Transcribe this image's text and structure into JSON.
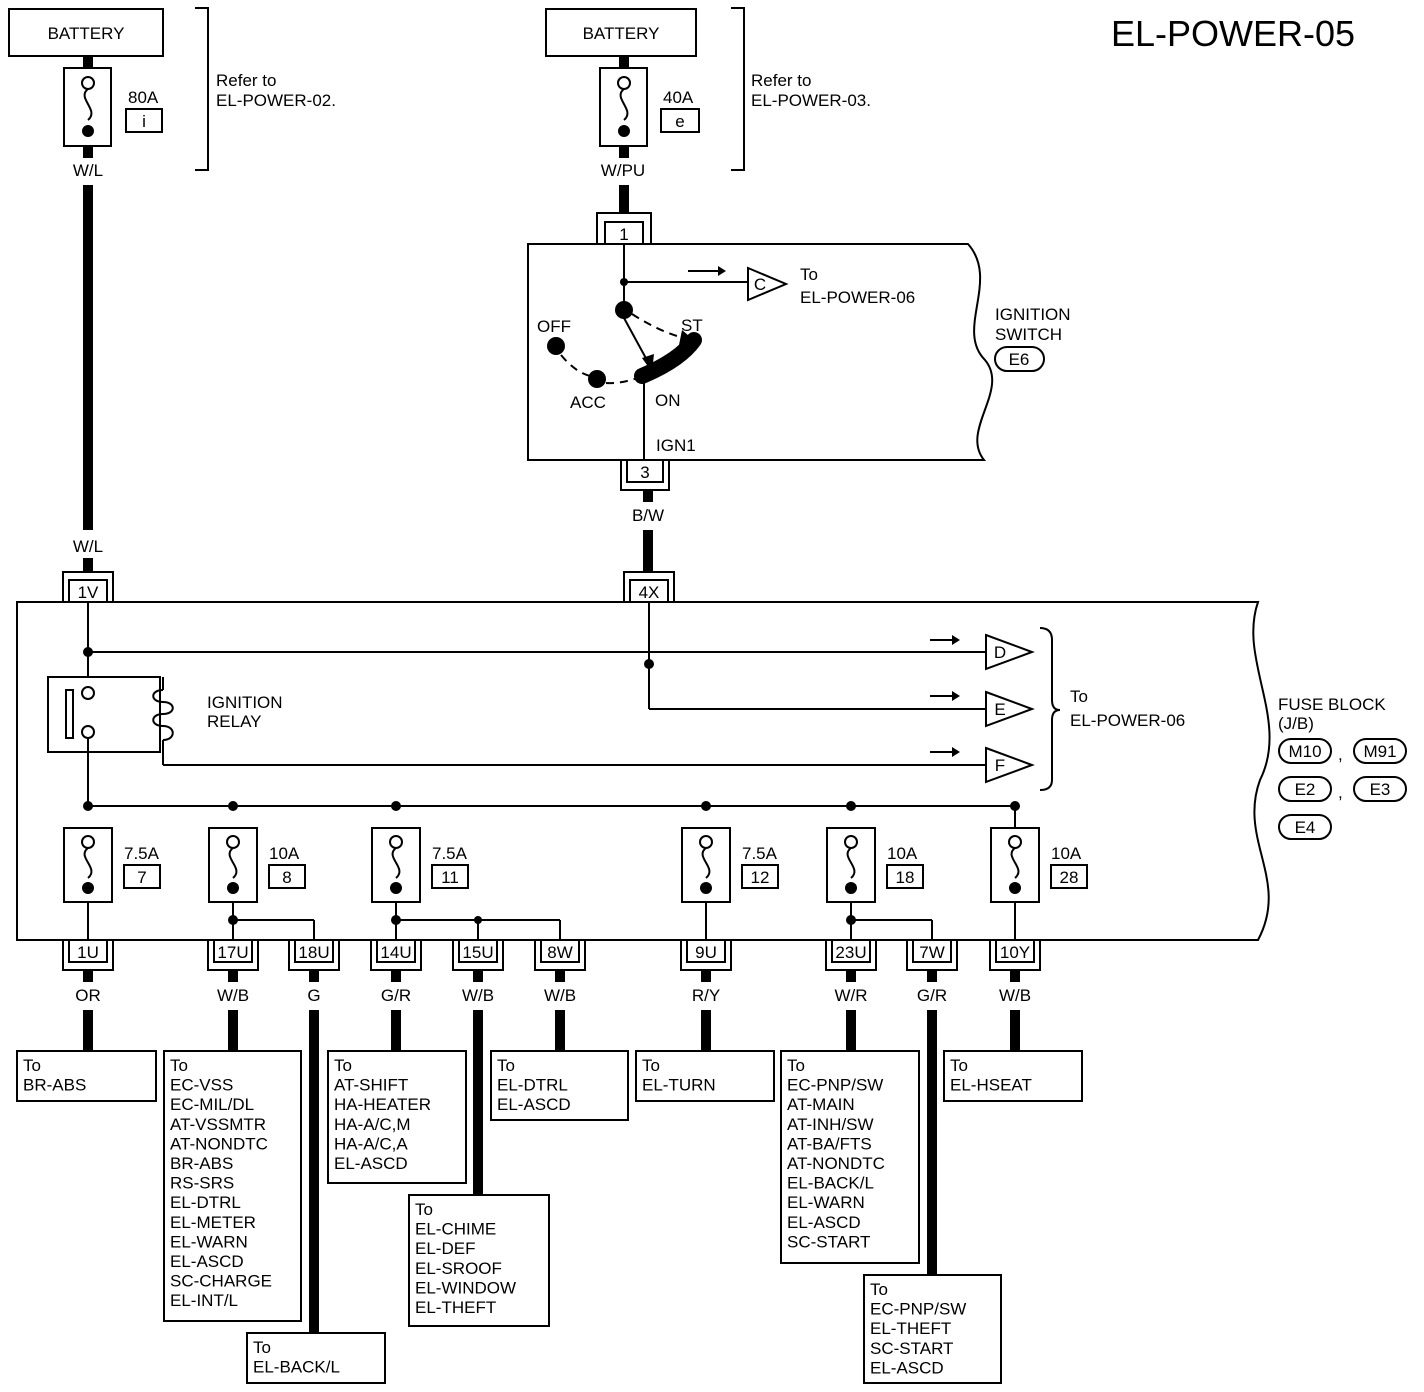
{
  "page_code": "EL-POWER-05",
  "battery_label": "BATTERY",
  "refer_to": "Refer to",
  "refer_1": "EL-POWER-02.",
  "refer_2": "EL-POWER-03.",
  "fuse_80a": "80A",
  "fuse_80a_id": "i",
  "fuse_40a": "40A",
  "fuse_40a_id": "e",
  "wire_wl": "W/L",
  "wire_wpu": "W/PU",
  "wire_bw": "B/W",
  "ign_switch": {
    "title_1": "IGNITION",
    "title_2": "SWITCH",
    "connector_id": "E6",
    "terminal_in": "1",
    "terminal_out": "3",
    "off": "OFF",
    "acc": "ACC",
    "on": "ON",
    "st": "ST",
    "ign1": "IGN1",
    "to": "To",
    "dest": "EL-POWER-06",
    "conn_c": "C"
  },
  "fuse_block": {
    "title_1": "FUSE BLOCK",
    "title_2": "(J/B)",
    "connectors": [
      "M10",
      "M91",
      "E2",
      "E3",
      "E4"
    ],
    "sep": ",",
    "term_1v": "1V",
    "term_4x": "4X",
    "relay_1": "IGNITION",
    "relay_2": "RELAY",
    "to": "To",
    "dest": "EL-POWER-06",
    "conn_d": "D",
    "conn_e": "E",
    "conn_f": "F"
  },
  "fuses": [
    {
      "amp": "7.5A",
      "num": "7"
    },
    {
      "amp": "10A",
      "num": "8"
    },
    {
      "amp": "7.5A",
      "num": "11"
    },
    {
      "amp": "7.5A",
      "num": "12"
    },
    {
      "amp": "10A",
      "num": "18"
    },
    {
      "amp": "10A",
      "num": "28"
    }
  ],
  "outputs": [
    {
      "term": "1U",
      "wire": "OR"
    },
    {
      "term": "17U",
      "wire": "W/B"
    },
    {
      "term": "18U",
      "wire": "G"
    },
    {
      "term": "14U",
      "wire": "G/R"
    },
    {
      "term": "15U",
      "wire": "W/B"
    },
    {
      "term": "8W",
      "wire": "W/B"
    },
    {
      "term": "9U",
      "wire": "R/Y"
    },
    {
      "term": "23U",
      "wire": "W/R"
    },
    {
      "term": "7W",
      "wire": "G/R"
    },
    {
      "term": "10Y",
      "wire": "W/B"
    }
  ],
  "destinations": [
    [
      "To",
      "BR-ABS"
    ],
    [
      "To",
      "EC-VSS",
      "EC-MIL/DL",
      "AT-VSSMTR",
      "AT-NONDTC",
      "BR-ABS",
      "RS-SRS",
      "EL-DTRL",
      "EL-METER",
      "EL-WARN",
      "EL-ASCD",
      "SC-CHARGE",
      "EL-INT/L"
    ],
    [
      "To",
      "EL-BACK/L"
    ],
    [
      "To",
      "AT-SHIFT",
      "HA-HEATER",
      "HA-A/C,M",
      "HA-A/C,A",
      "EL-ASCD"
    ],
    [
      "To",
      "EL-CHIME",
      "EL-DEF",
      "EL-SROOF",
      "EL-WINDOW",
      "EL-THEFT"
    ],
    [
      "To",
      "EL-DTRL",
      "EL-ASCD"
    ],
    [
      "To",
      "EL-TURN"
    ],
    [
      "To",
      "EC-PNP/SW",
      "AT-MAIN",
      "AT-INH/SW",
      "AT-BA/FTS",
      "AT-NONDTC",
      "EL-BACK/L",
      "EL-WARN",
      "EL-ASCD",
      "SC-START"
    ],
    [
      "To",
      "EC-PNP/SW",
      "EL-THEFT",
      "SC-START",
      "EL-ASCD"
    ],
    [
      "To",
      "EL-HSEAT"
    ]
  ]
}
